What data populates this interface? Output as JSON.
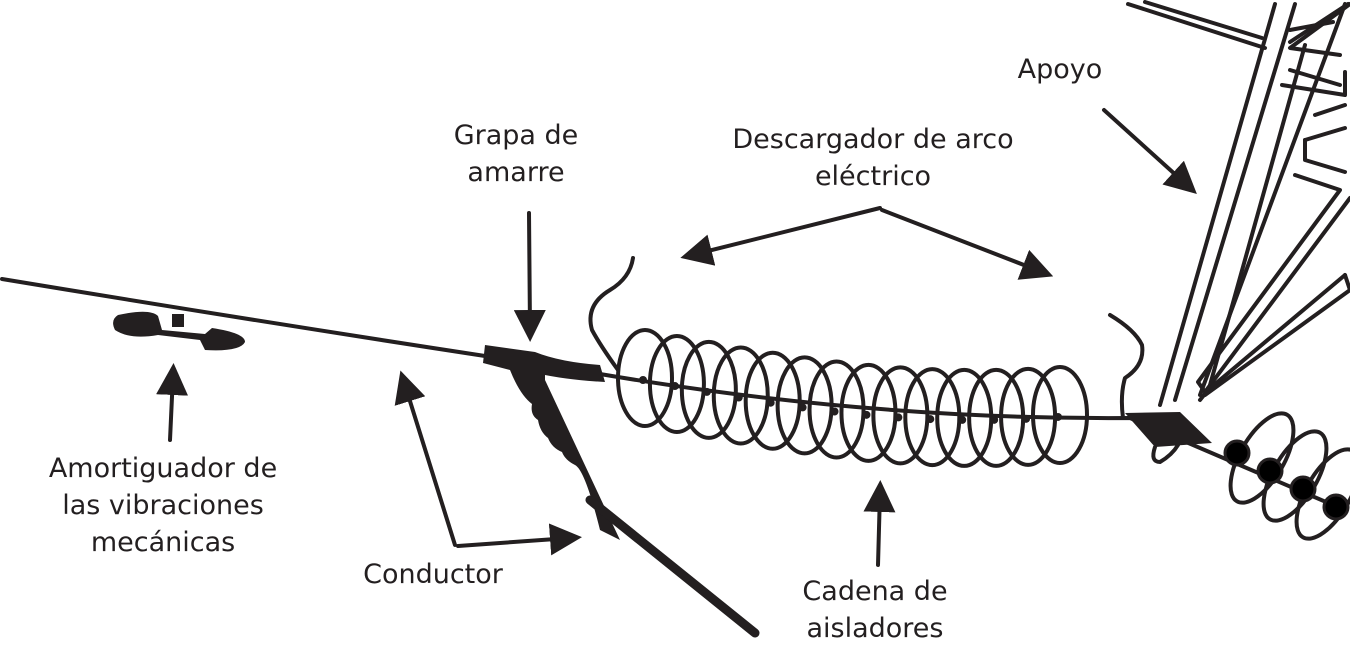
{
  "diagram": {
    "title": "Overhead line insulator assembly",
    "ink_color": "#231f20",
    "background": "#ffffff",
    "labels": {
      "damper": [
        "Amortiguador de",
        "las vibraciones",
        "mecánicas"
      ],
      "conductor": [
        "Conductor"
      ],
      "clamp": [
        "Grapa de",
        "amarre"
      ],
      "arc_horn": [
        "Descargador de arco",
        "eléctrico"
      ],
      "support": [
        "Apoyo"
      ],
      "insulator_string": [
        "Cadena de",
        "aisladores"
      ]
    },
    "components": {
      "insulator_disc_count": 14,
      "tower_side_disc_count": 4
    }
  }
}
